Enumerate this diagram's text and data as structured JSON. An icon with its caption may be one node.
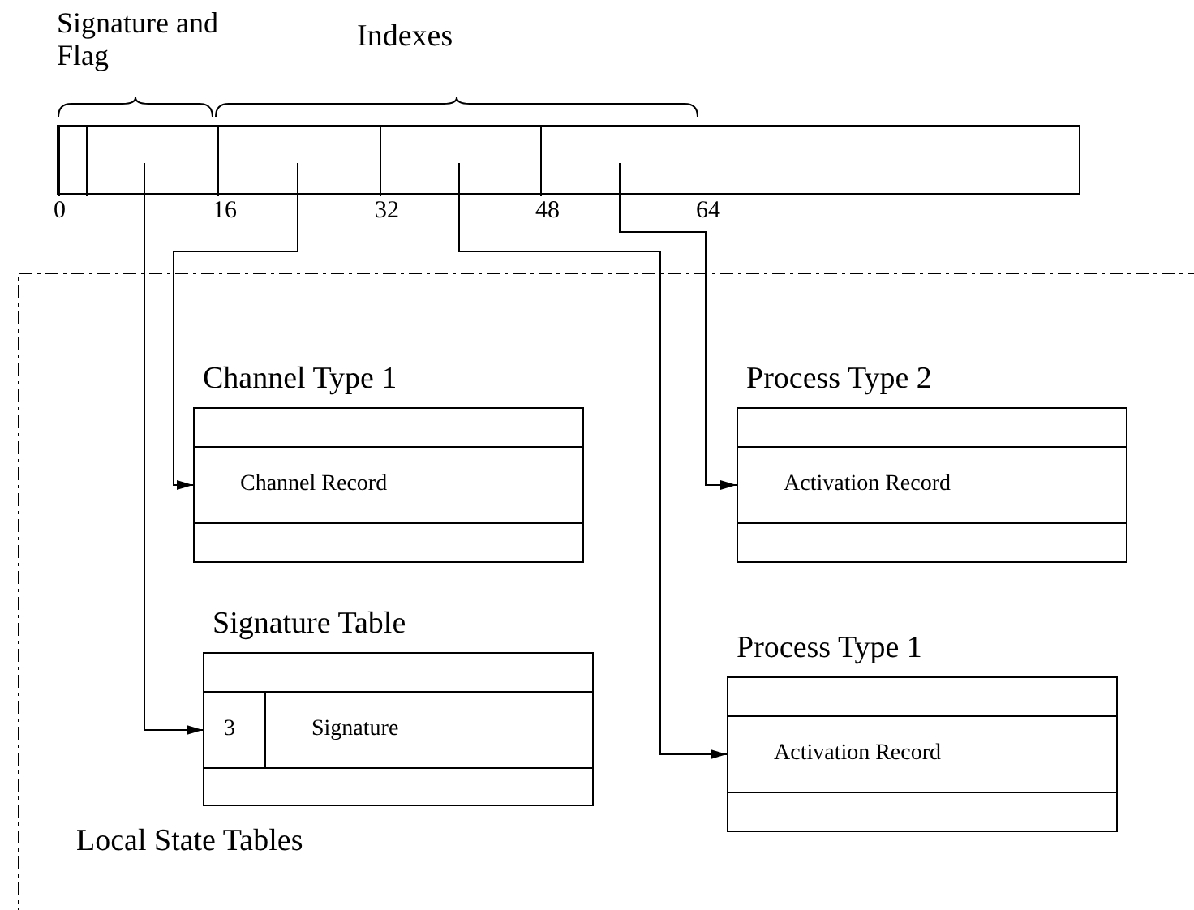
{
  "diagram": {
    "nodes": [
      {
        "text": [],
        "shape": "bar"
      },
      {
        "text": [],
        "shape": "box",
        "in": 0
      },
      {
        "text": [],
        "shape": "box",
        "in": 0
      },
      {
        "text": [],
        "shape": "box",
        "in": 0
      },
      {
        "text": [],
        "shape": "box",
        "in": 0
      },
      {
        "text": [],
        "shape": "box",
        "in": 0
      },
      {
        "text": [
          "Local State Tables"
        ]
      },
      {
        "text": [
          "Channel Type 1"
        ],
        "in": 6
      },
      {
        "text": [
          "Channel Record"
        ],
        "in": 7
      },
      {
        "text": [
          "Process Type 2"
        ],
        "in": 6
      },
      {
        "text": [
          "Activation Record"
        ],
        "in": 9
      },
      {
        "text": [
          "Signature Table"
        ],
        "in": 6
      },
      {
        "text": [
          "3"
        ],
        "in": 11
      },
      {
        "text": [
          "Signature"
        ],
        "in": 11
      },
      {
        "text": [
          "Process Type 1"
        ],
        "in": 6
      },
      {
        "text": [
          "Activation Record"
        ],
        "in": 14
      }
    ],
    "edges": [
      {
        "from": 2,
        "to": 12,
        "arrow": "to"
      },
      {
        "from": 3,
        "to": 8,
        "arrow": "to"
      },
      {
        "from": 4,
        "to": 15,
        "arrow": "to"
      },
      {
        "from": 5,
        "to": 10,
        "arrow": "to"
      }
    ],
    "labels": [
      "Signature and Flag",
      "Indexes",
      "0",
      "16",
      "32",
      "48",
      "64"
    ]
  }
}
